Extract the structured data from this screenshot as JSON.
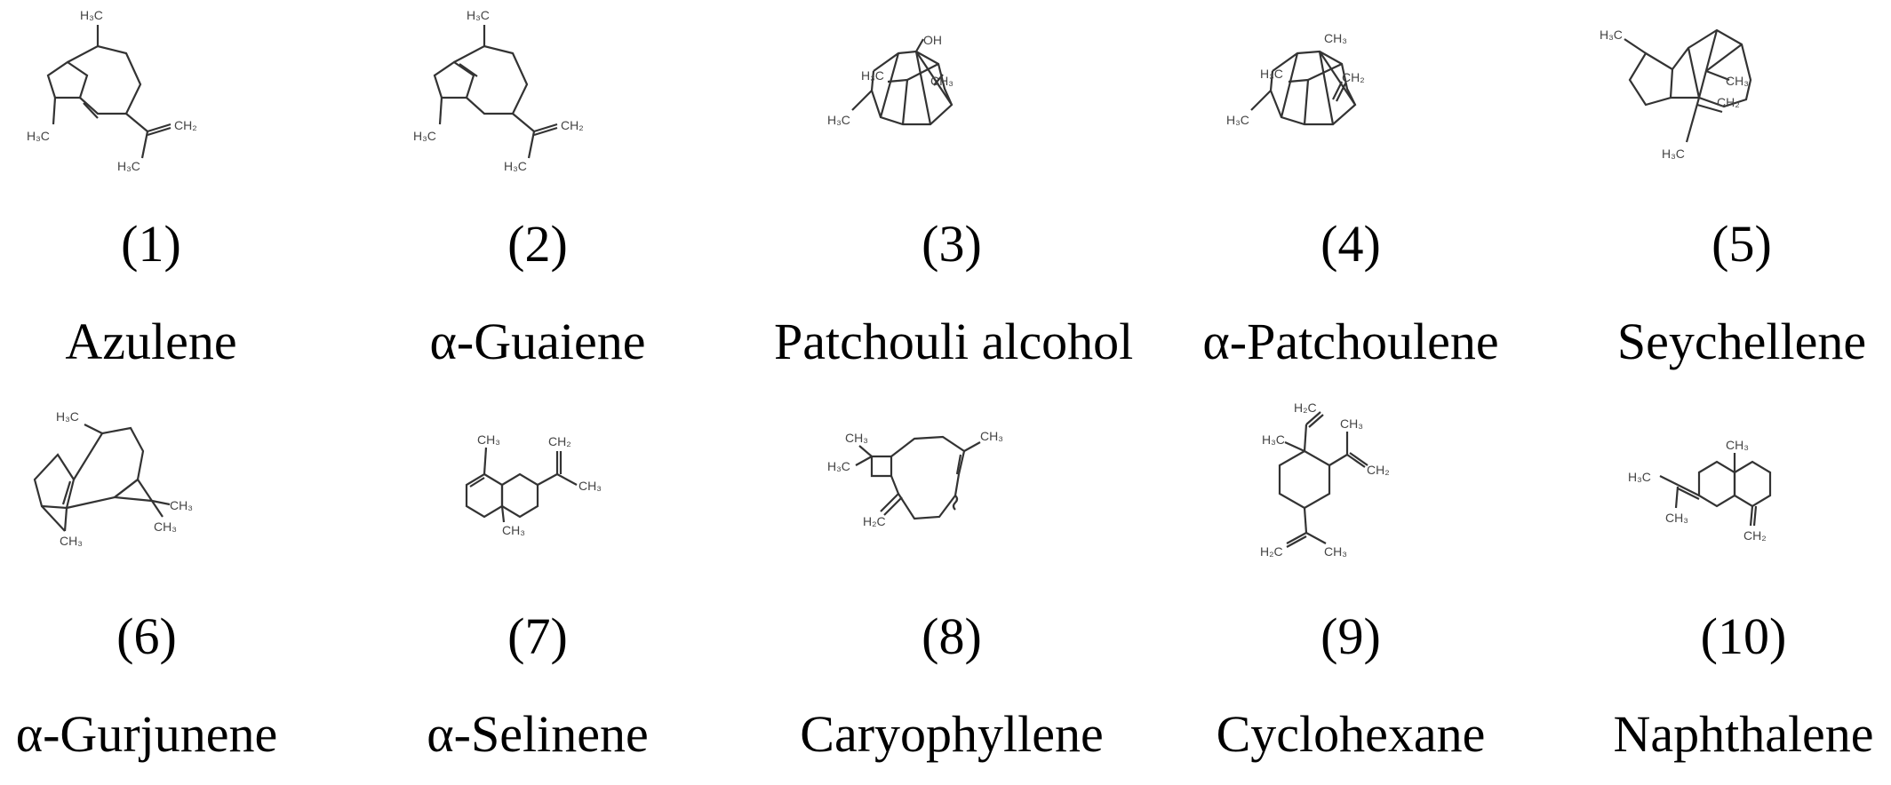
{
  "compounds": [
    {
      "number": "(1)",
      "name": "Azulene",
      "labels": [
        "H₃C",
        "H₃C",
        "H₃C",
        "CH₂"
      ]
    },
    {
      "number": "(2)",
      "name": "α-Guaiene",
      "labels": [
        "H₃C",
        "H₃C",
        "H₃C",
        "CH₂"
      ]
    },
    {
      "number": "(3)",
      "name": "Patchouli alcohol",
      "labels": [
        "OH",
        "H₃C",
        "CH₃",
        "H₃C"
      ]
    },
    {
      "number": "(4)",
      "name": "α-Patchoulene",
      "labels": [
        "CH₃",
        "H₃C",
        "CH₂",
        "H₃C"
      ]
    },
    {
      "number": "(5)",
      "name": "Seychellene",
      "labels": [
        "H₃C",
        "CH₃",
        "CH₂",
        "H₃C"
      ]
    },
    {
      "number": "(6)",
      "name": "α-Gurjunene",
      "labels": [
        "H₃C",
        "CH₃",
        "CH₃",
        "CH₃"
      ]
    },
    {
      "number": "(7)",
      "name": "α-Selinene",
      "labels": [
        "CH₃",
        "CH₂",
        "CH₃",
        "CH₃"
      ]
    },
    {
      "number": "(8)",
      "name": "Caryophyllene",
      "labels": [
        "H₃C",
        "CH₃",
        "CH₃",
        "H₂C"
      ]
    },
    {
      "number": "(9)",
      "name": "Cyclohexane",
      "labels": [
        "H₂C",
        "H₃C",
        "CH₃",
        "CH₂",
        "H₂C",
        "CH₃"
      ]
    },
    {
      "number": "(10)",
      "name": "Naphthalene",
      "labels": [
        "CH₃",
        "H₃C",
        "CH₃",
        "CH₂"
      ]
    }
  ]
}
